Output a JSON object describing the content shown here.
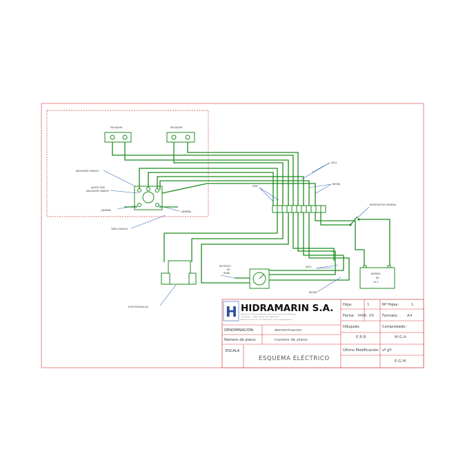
{
  "labels": {
    "pulsador_left": "PULSADOR",
    "pulsador_right": "PULSADOR",
    "indicador_grados": "INDICADOR GRADOS",
    "ajuste_fino_1": "AJUSTE FINO",
    "ajuste_fino_2": "INDICADOR GRADOS",
    "lampara_left": "LÁMPARA",
    "lampara_right": "LÁMPARA",
    "tapa_consola": "TAPA CONSOLA",
    "azul_top": "AZUL",
    "negra_top": "NEGRA",
    "gris": "GRIS",
    "interruptor": "INTERRUPTOR GENERAL",
    "reostato_1": "REOSTATO",
    "reostato_2": "DE",
    "reostato_3": "BOBA",
    "azul_bottom": "AZUL",
    "negra_bottom": "NEGRA",
    "electrovalvula": "ELECTROVALVULA",
    "bateria_1": "BATERIA",
    "bateria_2": "DE",
    "bateria_3": "24 V"
  },
  "title_block": {
    "company": "HIDRAMARIN S.A.",
    "logo_letter": "H",
    "company_sub_1": "Fabricación de Sistemas Hidráulicos y Neumáticos. Fabricante de Maquinaria",
    "company_sub_2": "C/ Principado ... - 46000 - Murcia - Telf.: 968 000 000",
    "company_sub_3": "Apartado de Correos 00 - Fax: 968 000 000 - E-mail: info@hidramarin.es",
    "hoja_label": "Hoja:",
    "hoja_value": "1",
    "nhojas_label": "Nº Hojas:",
    "nhojas_value": "1",
    "fecha_label": "Fecha:",
    "fecha_value": "MAR. 05",
    "formato_label": "Formato:",
    "formato_value": "A4",
    "dibujado_label": "Dibujado:",
    "dibujado_value": "E.R.B",
    "comprobado_label": "Comprobado:",
    "comprobado_value": "M.G.A.",
    "denominacion_label": "DENOMINACIÓN:",
    "denominacion_value": "denominacion",
    "numplano_label": "Número de plano:",
    "numplano_value": "numero de plano",
    "escala_label": "ESCALA",
    "title": "ESQUEMA ELÉCTRICO",
    "ultima_label": "Último Modificación:",
    "vb_label": "vº gº:",
    "vb_value": "E.G.M."
  },
  "colors": {
    "wire": "#1c8a1c",
    "leader": "#3366bb",
    "border": "#d23a3a",
    "logo": "#2a4fa0"
  }
}
